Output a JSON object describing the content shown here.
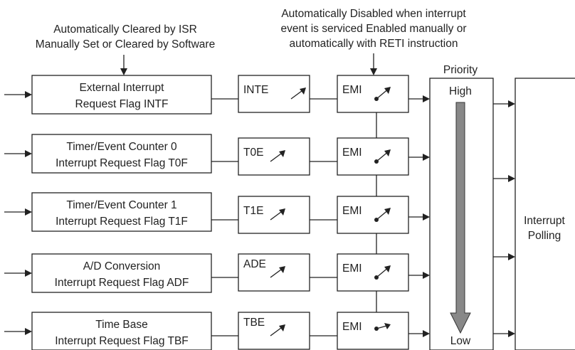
{
  "annotations": {
    "isr_line1": "Automatically Cleared by ISR",
    "isr_line2": "Manually Set or Cleared by Software",
    "emi_line1": "Automatically Disabled when interrupt",
    "emi_line2": "event is serviced Enabled manually or",
    "emi_line3": "automatically with RETI instruction"
  },
  "sources": [
    {
      "line1": "External Interrupt",
      "line2": "Request Flag INTF",
      "enable": "INTE",
      "master": "EMI"
    },
    {
      "line1": "Timer/Event Counter 0",
      "line2": "Interrupt Request Flag T0F",
      "enable": "T0E",
      "master": "EMI"
    },
    {
      "line1": "Timer/Event Counter 1",
      "line2": "Interrupt Request Flag T1F",
      "enable": "T1E",
      "master": "EMI"
    },
    {
      "line1": "A/D Conversion",
      "line2": "Interrupt Request Flag ADF",
      "enable": "ADE",
      "master": "EMI"
    },
    {
      "line1": "Time Base",
      "line2": "Interrupt Request Flag TBF",
      "enable": "TBE",
      "master": "EMI"
    }
  ],
  "priority": {
    "title": "Priority",
    "high": "High",
    "low": "Low"
  },
  "polling": {
    "line1": "Interrupt",
    "line2": "Polling"
  }
}
